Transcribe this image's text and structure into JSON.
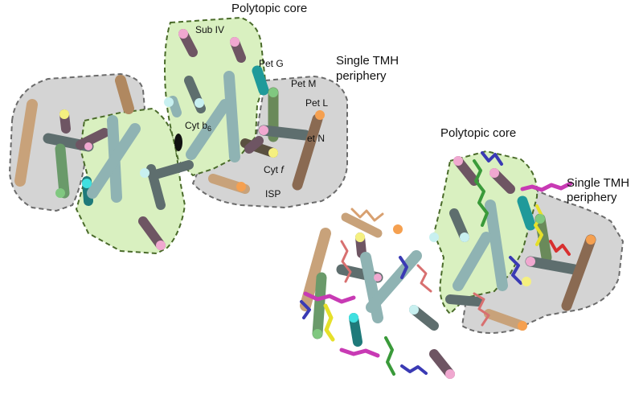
{
  "top_panel": {
    "core_title": "Polytopic core",
    "periphery_line1": "Single TMH",
    "periphery_line2": "periphery",
    "labels": {
      "sub_iv": "Sub IV",
      "pet_g": "Pet G",
      "pet_m": "Pet M",
      "pet_l": "Pet L",
      "pet_n": "et N",
      "cyt_b6_base": "Cyt b",
      "cyt_b6_sub": "6",
      "cyt_f_base": "Cyt ",
      "cyt_f_ital": "f",
      "isp": "ISP"
    }
  },
  "bottom_panel": {
    "core_title": "Polytopic core",
    "periphery_line1": "Single TMH",
    "periphery_line2": "periphery"
  },
  "colors": {
    "core_fill": "#d9f0c0",
    "core_border": "#4a6b2a",
    "periphery_fill": "#d4d4d4",
    "periphery_border": "#6b6b6b",
    "helix_teal": "#8fb3b3",
    "helix_slate": "#5e6e6e",
    "helix_tan": "#c8a27a",
    "helix_plum": "#6e5563",
    "helix_green": "#6a9a6a",
    "helix_cyan": "#2aa7a7",
    "lipid_magenta": "#c83ab4",
    "lipid_green": "#3a9a3a",
    "lipid_yellow": "#e6e02a",
    "lipid_blue": "#3a3ab4"
  }
}
